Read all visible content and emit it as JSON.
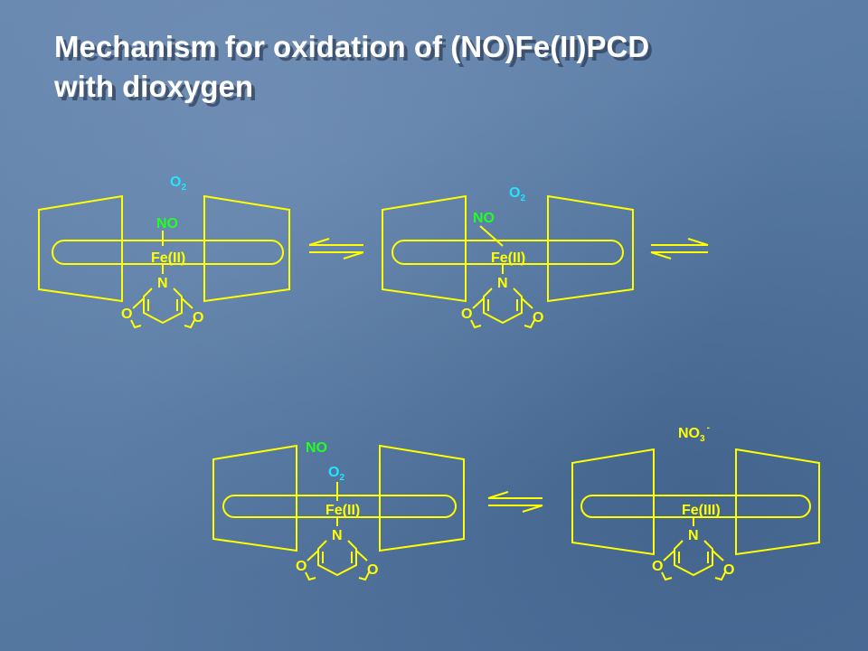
{
  "slide": {
    "title_line1": "Mechanism for oxidation of (NO)Fe(II)PCD",
    "title_line2": "with dioxygen"
  },
  "scheme": {
    "structure_1": {
      "metal": "Fe(II)",
      "ligand": "NO",
      "guest": "O",
      "guest_sub": "2",
      "pyridine_n": "N",
      "ether_o_left": "O",
      "ether_o_right": "O"
    },
    "structure_2": {
      "metal": "Fe(II)",
      "ligand": "NO",
      "guest": "O",
      "guest_sub": "2",
      "pyridine_n": "N",
      "ether_o_left": "O",
      "ether_o_right": "O"
    },
    "structure_3": {
      "metal": "Fe(II)",
      "ligand": "NO",
      "guest": "O",
      "guest_sub": "2",
      "pyridine_n": "N",
      "ether_o_left": "O",
      "ether_o_right": "O"
    },
    "structure_4": {
      "metal": "Fe(III)",
      "product": "NO",
      "product_sub": "3",
      "product_charge": "-",
      "pyridine_n": "N",
      "ether_o_left": "O",
      "ether_o_right": "O"
    }
  },
  "colors": {
    "background": "#5d7fa7",
    "structure": "#ffff00",
    "nitrosyl": "#22ff22",
    "dioxygen": "#22e5ff",
    "title": "#ffffff"
  }
}
